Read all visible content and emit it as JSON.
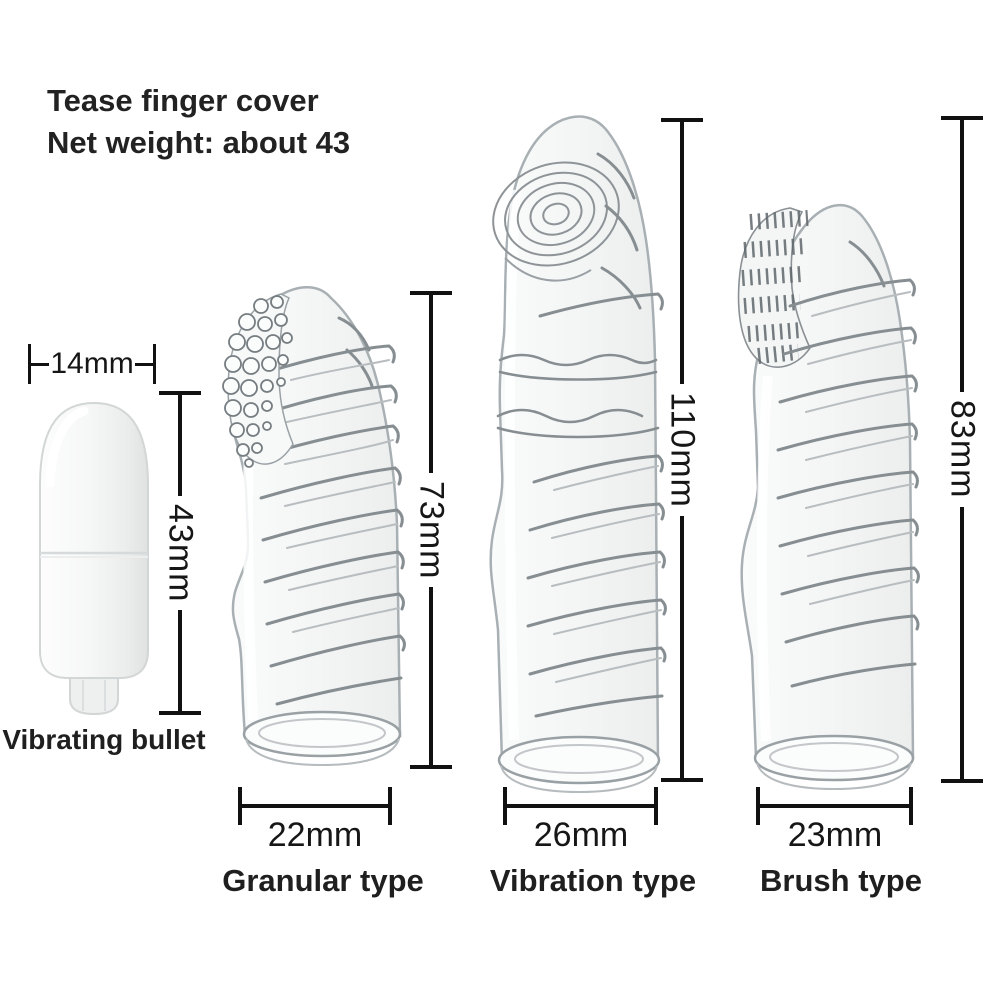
{
  "header": {
    "line1": "Tease finger cover",
    "line2": "Net weight: about 43"
  },
  "bullet": {
    "width_label": "14mm",
    "height_label": "43mm",
    "caption": "Vibrating bullet"
  },
  "products": [
    {
      "name": "Granular type",
      "height_label": "73mm",
      "width_label": "22mm"
    },
    {
      "name": "Vibration type",
      "height_label": "110mm",
      "width_label": "26mm"
    },
    {
      "name": "Brush type",
      "height_label": "83mm",
      "width_label": "23mm"
    }
  ],
  "colors": {
    "background": "#ffffff",
    "text": "#1b1b1b",
    "dimension_line": "#111111",
    "product_outline": "#a9b0b4",
    "product_detail": "#878e92"
  }
}
